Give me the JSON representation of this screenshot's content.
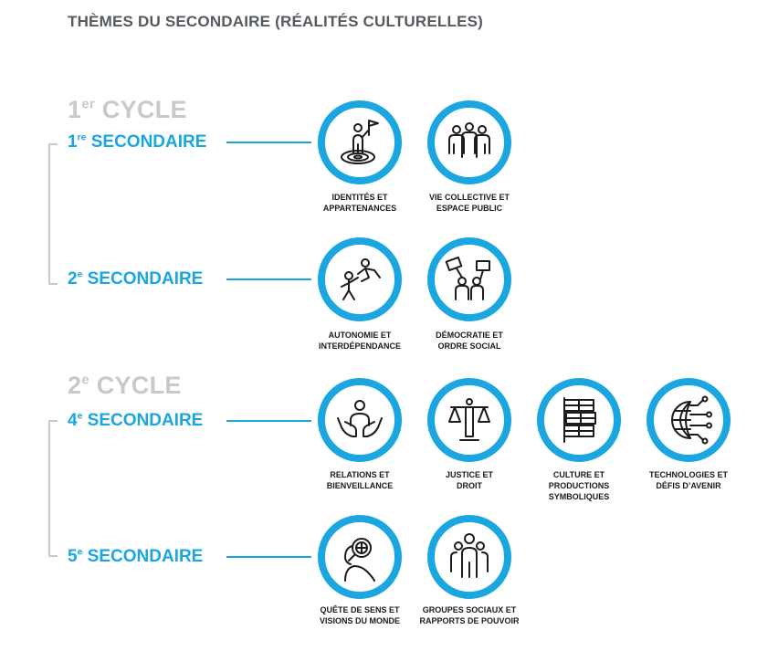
{
  "title": "THÈMES DU SECONDAIRE (RÉALITÉS CULTURELLES)",
  "colors": {
    "accent": "#1ba6df",
    "muted": "#c8c9cb",
    "title": "#555a5f",
    "text": "#1b1b1b"
  },
  "cycles": [
    {
      "num": "1",
      "sup": "er",
      "word": "CYCLE",
      "levels": [
        {
          "num": "1",
          "sup": "re",
          "word": "SECONDAIRE",
          "themes": [
            {
              "icon": "target-person-flag-icon",
              "label": "IDENTITÉS ET\nAPPARTENANCES"
            },
            {
              "icon": "group-of-people-icon",
              "label": "VIE COLLECTIVE ET\nESPACE PUBLIC"
            }
          ]
        },
        {
          "num": "2",
          "sup": "e",
          "word": "SECONDAIRE",
          "themes": [
            {
              "icon": "people-helping-climb-icon",
              "label": "AUTONOMIE ET\nINTERDÉPENDANCE"
            },
            {
              "icon": "protest-signs-icon",
              "label": "DÉMOCRATIE ET\nORDRE SOCIAL"
            }
          ]
        }
      ]
    },
    {
      "num": "2",
      "sup": "e",
      "word": "CYCLE",
      "levels": [
        {
          "num": "4",
          "sup": "e",
          "word": "SECONDAIRE",
          "themes": [
            {
              "icon": "hands-holding-person-icon",
              "label": "RELATIONS ET\nBIENVEILLANCE"
            },
            {
              "icon": "scales-of-justice-icon",
              "label": "JUSTICE ET\nDROIT"
            },
            {
              "icon": "quebec-flag-icon",
              "label": "CULTURE ET\nPRODUCTIONS\nSYMBOLIQUES"
            },
            {
              "icon": "globe-network-icon",
              "label": "TECHNOLOGIES ET\nDÉFIS D’AVENIR"
            }
          ]
        },
        {
          "num": "5",
          "sup": "e",
          "word": "SECONDAIRE",
          "themes": [
            {
              "icon": "person-magnifier-globe-icon",
              "label": "QUÊTE DE SENS ET\nVISIONS DU MONDE"
            },
            {
              "icon": "crowd-of-people-icon",
              "label": "GROUPES SOCIAUX ET\nRAPPORTS DE POUVOIR"
            }
          ]
        }
      ]
    }
  ]
}
